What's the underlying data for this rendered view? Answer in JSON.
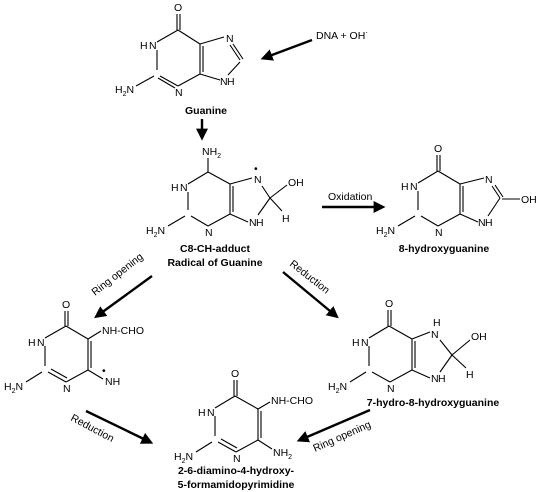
{
  "reactant_label": "DNA + OH",
  "reactant_superscript": "·",
  "steps": {
    "ring_opening_1": "Ring opening",
    "reduction_1": "Reduction",
    "oxidation": "Oxidation",
    "reduction_2": "Reduction",
    "ring_opening_2": "Ring opening"
  },
  "molecules": {
    "guanine": {
      "name": "Guanine",
      "atoms": {
        "o": "O",
        "nh1": "H",
        "n1": "N",
        "n3": "N",
        "n7": "N",
        "n9": "N",
        "nh9": "H",
        "nh2": "H",
        "nh2b": "N",
        "nh2c": "H",
        "nh2sub": "2"
      }
    },
    "c8_adduct": {
      "name_line1": "C8-CH-adduct",
      "name_line2": "Radical of Guanine",
      "atoms": {
        "nh2top": "NH",
        "nh2top_sub": "2",
        "h1": "H",
        "n1": "N",
        "n3": "N",
        "n7": "N",
        "n9": "N",
        "h9": "H",
        "oh": "OH",
        "h8": "H",
        "nh2": "H",
        "nh2b": "N",
        "nh2sub": "2",
        "radical": "•"
      }
    },
    "oxoguanine": {
      "name": "8-hydroxyguanine",
      "atoms": {
        "o": "O",
        "h1": "H",
        "n1": "N",
        "n3": "N",
        "n7": "N",
        "n9": "N",
        "h9": "H",
        "oh": "OH",
        "nh2": "H",
        "nh2b": "N",
        "nh2sub": "2"
      }
    },
    "ring_open_radical": {
      "atoms": {
        "o": "O",
        "h1": "H",
        "n1": "N",
        "n3": "N",
        "nhcho": "NH-CHO",
        "nh": "NH",
        "radical": "•",
        "nh2": "H",
        "nh2b": "N",
        "nh2sub": "2"
      }
    },
    "hydro_hydroxyguanine": {
      "name": "7-hydro-8-hydroxyguanine",
      "atoms": {
        "o": "O",
        "h1": "H",
        "n1": "N",
        "n3": "N",
        "h7": "H",
        "n7": "N",
        "n9": "N",
        "h9": "H",
        "oh": "OH",
        "h8": "H",
        "nh2": "H",
        "nh2b": "N",
        "nh2sub": "2"
      }
    },
    "fapy": {
      "name_line1": "2-6-diamino-4-hydroxy-",
      "name_line2": "5-formamidopyrimidine",
      "atoms": {
        "o": "O",
        "h1": "H",
        "n1": "N",
        "n3": "N",
        "nhcho": "NH-CHO",
        "nh2": "H",
        "nh2b": "N",
        "nh2sub": "2",
        "nh2r": "NH",
        "nh2rsub": "2"
      }
    }
  }
}
